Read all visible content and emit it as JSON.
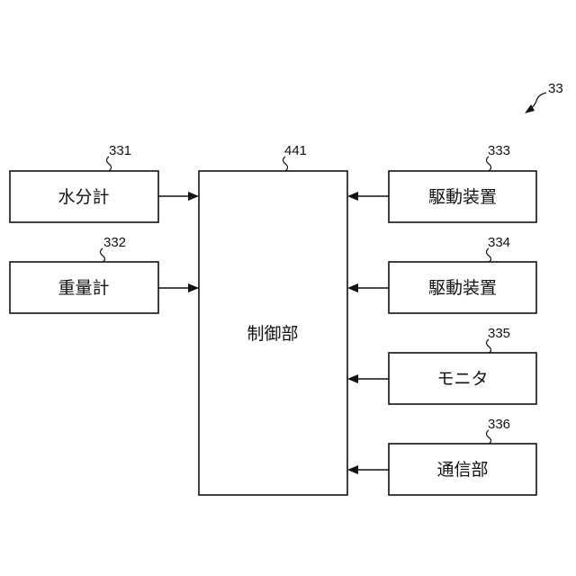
{
  "figure": {
    "system_ref": "33",
    "controller": {
      "ref": "441",
      "label": "制御部"
    },
    "inputs_left": [
      {
        "ref": "331",
        "label": "水分計"
      },
      {
        "ref": "332",
        "label": "重量計"
      }
    ],
    "inputs_right": [
      {
        "ref": "333",
        "label": "駆動装置"
      },
      {
        "ref": "334",
        "label": "駆動装置"
      },
      {
        "ref": "335",
        "label": "モニタ"
      },
      {
        "ref": "336",
        "label": "通信部"
      }
    ]
  }
}
